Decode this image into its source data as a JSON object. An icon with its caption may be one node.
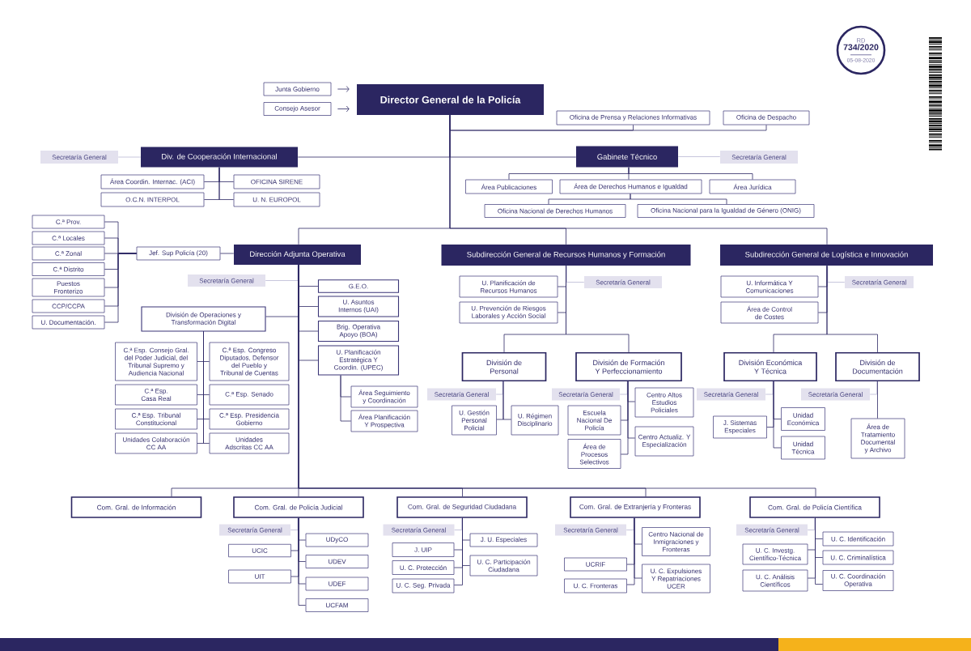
{
  "diagram": {
    "nodes": [
      {
        "text": [
          "RD",
          "734/2020",
          "05-08-2020"
        ]
      },
      {
        "text": [
          "Junta Gobierno"
        ]
      },
      {
        "text": [
          "Consejo Asesor"
        ]
      },
      {
        "text": [
          "Director General de la Policía"
        ]
      },
      {
        "text": [
          "Oficina de Prensa y Relaciones Informativas"
        ]
      },
      {
        "text": [
          "Oficina de Despacho"
        ]
      },
      {
        "text": [
          "Secretaría General"
        ]
      },
      {
        "text": [
          "Div. de Cooperación Internacional"
        ]
      },
      {
        "text": [
          "Gabinete Técnico"
        ]
      },
      {
        "text": [
          "Secretaría General"
        ]
      },
      {
        "text": [
          "Área Coordin. Internac. (ACI)"
        ]
      },
      {
        "text": [
          "OFICINA SIRENE"
        ]
      },
      {
        "text": [
          "O.C.N. INTERPOL"
        ]
      },
      {
        "text": [
          "U. N. EUROPOL"
        ]
      },
      {
        "text": [
          "Área Publicaciones"
        ]
      },
      {
        "text": [
          "Área de Derechos Humanos e Igualdad"
        ]
      },
      {
        "text": [
          "Área Jurídica"
        ]
      },
      {
        "text": [
          "Oficina Nacional de Derechos Humanos"
        ]
      },
      {
        "text": [
          "Oficina Nacional para la Igualdad de Género (ONIG)"
        ]
      },
      {
        "text": [
          "C.ª Prov."
        ]
      },
      {
        "text": [
          "C.ª Locales"
        ]
      },
      {
        "text": [
          "C.ª Zonal"
        ]
      },
      {
        "text": [
          "C.ª Distrito"
        ]
      },
      {
        "text": [
          "Puestos Fronterizo"
        ]
      },
      {
        "text": [
          "CCP/CCPA"
        ]
      },
      {
        "text": [
          "U. Documentación."
        ]
      },
      {
        "text": [
          "Jef. Sup Policía (20)"
        ]
      },
      {
        "text": [
          "Dirección Adjunta Operativa"
        ]
      },
      {
        "text": [
          "Subdirección General de Recursos Humanos y Formación"
        ]
      },
      {
        "text": [
          "Subdirección General de Logística e Innovación"
        ]
      },
      {
        "text": [
          "Secretaría General"
        ]
      },
      {
        "text": [
          "G.E.O."
        ]
      },
      {
        "text": [
          "U. Asuntos Internos (UAI)"
        ]
      },
      {
        "text": [
          "División de Operaciones y Transformación Digital"
        ]
      },
      {
        "text": [
          "Brig. Operativa Apoyo (BOA)"
        ]
      },
      {
        "text": [
          "U. Planificación Estratégica Y Coordin. (UPEC)"
        ]
      },
      {
        "text": [
          "C.ª Esp. Consejo Gral. del Poder Judicial, del Tribunal Supremo y Audiencia Nacional"
        ]
      },
      {
        "text": [
          "C.ª Esp. Congreso Diputados, Defensor del Pueblo y Tribunal de Cuentas"
        ]
      },
      {
        "text": [
          "C.ª Esp. Casa Real"
        ]
      },
      {
        "text": [
          "C.ª Esp. Senado"
        ]
      },
      {
        "text": [
          "C.ª Esp. Tribunal Constitucional"
        ]
      },
      {
        "text": [
          "C.ª Esp. Presidencia Gobierno"
        ]
      },
      {
        "text": [
          "Unidades Colaboración CC AA"
        ]
      },
      {
        "text": [
          "Unidades Adscritas CC AA"
        ]
      },
      {
        "text": [
          "Área Seguimiento y Coordinación"
        ]
      },
      {
        "text": [
          "Área Planificación Y Prospectiva"
        ]
      },
      {
        "text": [
          "U. Planificación de Recursos Humanos"
        ]
      },
      {
        "text": [
          "Secretaría General"
        ]
      },
      {
        "text": [
          "U. Prevención de Riesgos Laborales y Acción Social"
        ]
      },
      {
        "text": [
          "División de Personal"
        ]
      },
      {
        "text": [
          "División de Formación Y Perfeccionamiento"
        ]
      },
      {
        "text": [
          "Secretaría General"
        ]
      },
      {
        "text": [
          "U. Gestión Personal Policial"
        ]
      },
      {
        "text": [
          "U. Régimen Disciplinario"
        ]
      },
      {
        "text": [
          "Secretaría General"
        ]
      },
      {
        "text": [
          "Escuela Nacional De Policía"
        ]
      },
      {
        "text": [
          "Área de Procesos Selectivos"
        ]
      },
      {
        "text": [
          "Centro Altos Estudios Policiales"
        ]
      },
      {
        "text": [
          "Centro Actualiz. Y Especialización"
        ]
      },
      {
        "text": [
          "U. Informática Y Comunicaciones"
        ]
      },
      {
        "text": [
          "Secretaría General"
        ]
      },
      {
        "text": [
          "Área de Control de Costes"
        ]
      },
      {
        "text": [
          "División Económica Y Técnica"
        ]
      },
      {
        "text": [
          "División de Documentación"
        ]
      },
      {
        "text": [
          "Secretaría General"
        ]
      },
      {
        "text": [
          "J. Sistemas Especiales"
        ]
      },
      {
        "text": [
          "Unidad Económica"
        ]
      },
      {
        "text": [
          "Unidad Técnica"
        ]
      },
      {
        "text": [
          "Secretaría General"
        ]
      },
      {
        "text": [
          "Área de Tratamiento Documental y Archivo"
        ]
      },
      {
        "text": [
          "Com. Gral. de Información"
        ]
      },
      {
        "text": [
          "Com. Gral. de Policía Judicial"
        ]
      },
      {
        "text": [
          "Com. Gral. de Seguridad Ciudadana"
        ]
      },
      {
        "text": [
          "Com. Gral. de Extranjería y Fronteras"
        ]
      },
      {
        "text": [
          "Com. Gral. de Policía Científica"
        ]
      },
      {
        "text": [
          "Secretaría General"
        ]
      },
      {
        "text": [
          "UDyCO"
        ]
      },
      {
        "text": [
          "UCIC"
        ]
      },
      {
        "text": [
          "UDEV"
        ]
      },
      {
        "text": [
          "UIT"
        ]
      },
      {
        "text": [
          "UDEF"
        ]
      },
      {
        "text": [
          "UCFAM"
        ]
      },
      {
        "text": [
          "Secretaría General"
        ]
      },
      {
        "text": [
          "J. U. Especiales"
        ]
      },
      {
        "text": [
          "J. UIP"
        ]
      },
      {
        "text": [
          "U. C. Participación Ciudadana"
        ]
      },
      {
        "text": [
          "U. C. Protección"
        ]
      },
      {
        "text": [
          "U. C. Seg. Privada"
        ]
      },
      {
        "text": [
          "Secretaría General"
        ]
      },
      {
        "text": [
          "Centro Nacional de Inmigraciones y Fronteras"
        ]
      },
      {
        "text": [
          "UCRIF"
        ]
      },
      {
        "text": [
          "U. C. Expulsiones Y Repatriaciones UCER"
        ]
      },
      {
        "text": [
          "U. C. Fronteras"
        ]
      },
      {
        "text": [
          "Secretaría General"
        ]
      },
      {
        "text": [
          "U. C. Identificación"
        ]
      },
      {
        "text": [
          "U. C. Investg. Científico-Técnica"
        ]
      },
      {
        "text": [
          "U. C. Criminalística"
        ]
      },
      {
        "text": [
          "U. C. Análisis Científicos"
        ]
      },
      {
        "text": [
          "U. C. Coordinación Operativa"
        ]
      }
    ],
    "edges": [
      {
        "from": 1,
        "to": 3,
        "arrow": "to"
      },
      {
        "from": 2,
        "to": 3,
        "arrow": "to"
      },
      {
        "from": 3,
        "to": 4,
        "arrow": "none"
      },
      {
        "from": 3,
        "to": 5,
        "arrow": "none"
      },
      {
        "from": 3,
        "to": 7,
        "arrow": "none"
      },
      {
        "from": 3,
        "to": 8,
        "arrow": "none"
      },
      {
        "from": 7,
        "to": 6,
        "arrow": "none",
        "color": "#b9b7d4"
      },
      {
        "from": 8,
        "to": 9,
        "arrow": "none",
        "color": "#b9b7d4"
      },
      {
        "from": 7,
        "to": 10,
        "arrow": "none"
      },
      {
        "from": 7,
        "to": 11,
        "arrow": "none"
      },
      {
        "from": 7,
        "to": 12,
        "arrow": "none"
      },
      {
        "from": 7,
        "to": 13,
        "arrow": "none"
      },
      {
        "from": 8,
        "to": 14,
        "arrow": "none"
      },
      {
        "from": 8,
        "to": 15,
        "arrow": "none"
      },
      {
        "from": 8,
        "to": 16,
        "arrow": "none"
      },
      {
        "from": 15,
        "to": 17,
        "arrow": "none"
      },
      {
        "from": 15,
        "to": 18,
        "arrow": "none"
      },
      {
        "from": 3,
        "to": 27,
        "arrow": "none"
      },
      {
        "from": 3,
        "to": 28,
        "arrow": "none"
      },
      {
        "from": 3,
        "to": 29,
        "arrow": "none"
      },
      {
        "from": 27,
        "to": 26,
        "arrow": "none"
      },
      {
        "from": 26,
        "to": 19,
        "arrow": "none"
      },
      {
        "from": 26,
        "to": 20,
        "arrow": "none"
      },
      {
        "from": 26,
        "to": 21,
        "arrow": "none"
      },
      {
        "from": 26,
        "to": 22,
        "arrow": "none"
      },
      {
        "from": 26,
        "to": 23,
        "arrow": "none"
      },
      {
        "from": 26,
        "to": 24,
        "arrow": "none"
      },
      {
        "from": 26,
        "to": 25,
        "arrow": "none"
      },
      {
        "from": 27,
        "to": 30,
        "arrow": "none",
        "color": "#b9b7d4"
      },
      {
        "from": 27,
        "to": 31,
        "arrow": "none"
      },
      {
        "from": 27,
        "to": 32,
        "arrow": "none"
      },
      {
        "from": 27,
        "to": 33,
        "arrow": "none"
      },
      {
        "from": 27,
        "to": 34,
        "arrow": "none"
      },
      {
        "from": 27,
        "to": 35,
        "arrow": "none"
      },
      {
        "from": 33,
        "to": 36,
        "arrow": "none"
      },
      {
        "from": 33,
        "to": 37,
        "arrow": "none"
      },
      {
        "from": 33,
        "to": 38,
        "arrow": "none"
      },
      {
        "from": 33,
        "to": 39,
        "arrow": "none"
      },
      {
        "from": 33,
        "to": 40,
        "arrow": "none"
      },
      {
        "from": 33,
        "to": 41,
        "arrow": "none"
      },
      {
        "from": 33,
        "to": 42,
        "arrow": "none"
      },
      {
        "from": 33,
        "to": 43,
        "arrow": "none"
      },
      {
        "from": 35,
        "to": 44,
        "arrow": "none"
      },
      {
        "from": 35,
        "to": 45,
        "arrow": "none"
      },
      {
        "from": 27,
        "to": 70,
        "arrow": "none"
      },
      {
        "from": 27,
        "to": 71,
        "arrow": "none"
      },
      {
        "from": 27,
        "to": 72,
        "arrow": "none"
      },
      {
        "from": 27,
        "to": 73,
        "arrow": "none"
      },
      {
        "from": 27,
        "to": 74,
        "arrow": "none"
      },
      {
        "from": 28,
        "to": 46,
        "arrow": "none"
      },
      {
        "from": 28,
        "to": 47,
        "arrow": "none",
        "color": "#b9b7d4"
      },
      {
        "from": 28,
        "to": 48,
        "arrow": "none"
      },
      {
        "from": 28,
        "to": 49,
        "arrow": "none"
      },
      {
        "from": 28,
        "to": 50,
        "arrow": "none"
      },
      {
        "from": 49,
        "to": 51,
        "arrow": "none",
        "color": "#b9b7d4"
      },
      {
        "from": 49,
        "to": 52,
        "arrow": "none"
      },
      {
        "from": 49,
        "to": 53,
        "arrow": "none"
      },
      {
        "from": 50,
        "to": 54,
        "arrow": "none",
        "color": "#b9b7d4"
      },
      {
        "from": 50,
        "to": 55,
        "arrow": "none"
      },
      {
        "from": 50,
        "to": 56,
        "arrow": "none"
      },
      {
        "from": 50,
        "to": 57,
        "arrow": "none"
      },
      {
        "from": 50,
        "to": 58,
        "arrow": "none"
      },
      {
        "from": 29,
        "to": 59,
        "arrow": "none"
      },
      {
        "from": 29,
        "to": 60,
        "arrow": "none",
        "color": "#b9b7d4"
      },
      {
        "from": 29,
        "to": 61,
        "arrow": "none"
      },
      {
        "from": 29,
        "to": 62,
        "arrow": "none"
      },
      {
        "from": 29,
        "to": 63,
        "arrow": "none"
      },
      {
        "from": 62,
        "to": 64,
        "arrow": "none",
        "color": "#b9b7d4"
      },
      {
        "from": 62,
        "to": 65,
        "arrow": "none"
      },
      {
        "from": 62,
        "to": 66,
        "arrow": "none"
      },
      {
        "from": 62,
        "to": 67,
        "arrow": "none"
      },
      {
        "from": 63,
        "to": 68,
        "arrow": "none",
        "color": "#b9b7d4"
      },
      {
        "from": 63,
        "to": 69,
        "arrow": "none"
      },
      {
        "from": 71,
        "to": 75,
        "arrow": "none",
        "color": "#b9b7d4"
      },
      {
        "from": 71,
        "to": 76,
        "arrow": "none"
      },
      {
        "from": 71,
        "to": 77,
        "arrow": "none"
      },
      {
        "from": 71,
        "to": 78,
        "arrow": "none"
      },
      {
        "from": 71,
        "to": 79,
        "arrow": "none"
      },
      {
        "from": 71,
        "to": 80,
        "arrow": "none"
      },
      {
        "from": 71,
        "to": 81,
        "arrow": "none"
      },
      {
        "from": 72,
        "to": 82,
        "arrow": "none",
        "color": "#b9b7d4"
      },
      {
        "from": 72,
        "to": 83,
        "arrow": "none"
      },
      {
        "from": 72,
        "to": 84,
        "arrow": "none"
      },
      {
        "from": 72,
        "to": 85,
        "arrow": "none"
      },
      {
        "from": 72,
        "to": 86,
        "arrow": "none"
      },
      {
        "from": 72,
        "to": 87,
        "arrow": "none"
      },
      {
        "from": 73,
        "to": 88,
        "arrow": "none",
        "color": "#b9b7d4"
      },
      {
        "from": 73,
        "to": 89,
        "arrow": "none"
      },
      {
        "from": 73,
        "to": 90,
        "arrow": "none"
      },
      {
        "from": 73,
        "to": 91,
        "arrow": "none"
      },
      {
        "from": 73,
        "to": 92,
        "arrow": "none"
      },
      {
        "from": 74,
        "to": 93,
        "arrow": "none",
        "color": "#b9b7d4"
      },
      {
        "from": 74,
        "to": 94,
        "arrow": "none"
      },
      {
        "from": 74,
        "to": 95,
        "arrow": "none"
      },
      {
        "from": 74,
        "to": 96,
        "arrow": "none"
      },
      {
        "from": 74,
        "to": 97,
        "arrow": "none"
      },
      {
        "from": 74,
        "to": 98,
        "arrow": "none"
      }
    ]
  }
}
